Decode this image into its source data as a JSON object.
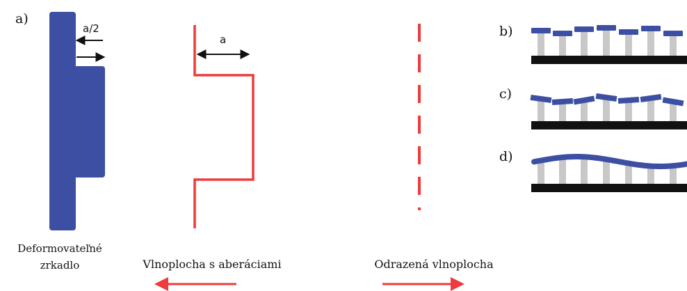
{
  "panel_labels": {
    "a": "a)",
    "b": "b)",
    "c": "c)",
    "d": "d)"
  },
  "dimension_labels": {
    "half_a": "a/2",
    "a": "a"
  },
  "captions": {
    "mirror_line1": "Deformovateľné",
    "mirror_line2": "zrkadlo",
    "aberrated_wavefront": "Vlnoplocha s aberáciami",
    "reflected_wavefront": "Odrazená vlnoplocha"
  },
  "colors": {
    "mirror": "#3d4fa3",
    "wavefront": "#ee3b3b",
    "actuator": "#c8c8c8",
    "base": "#111111"
  }
}
